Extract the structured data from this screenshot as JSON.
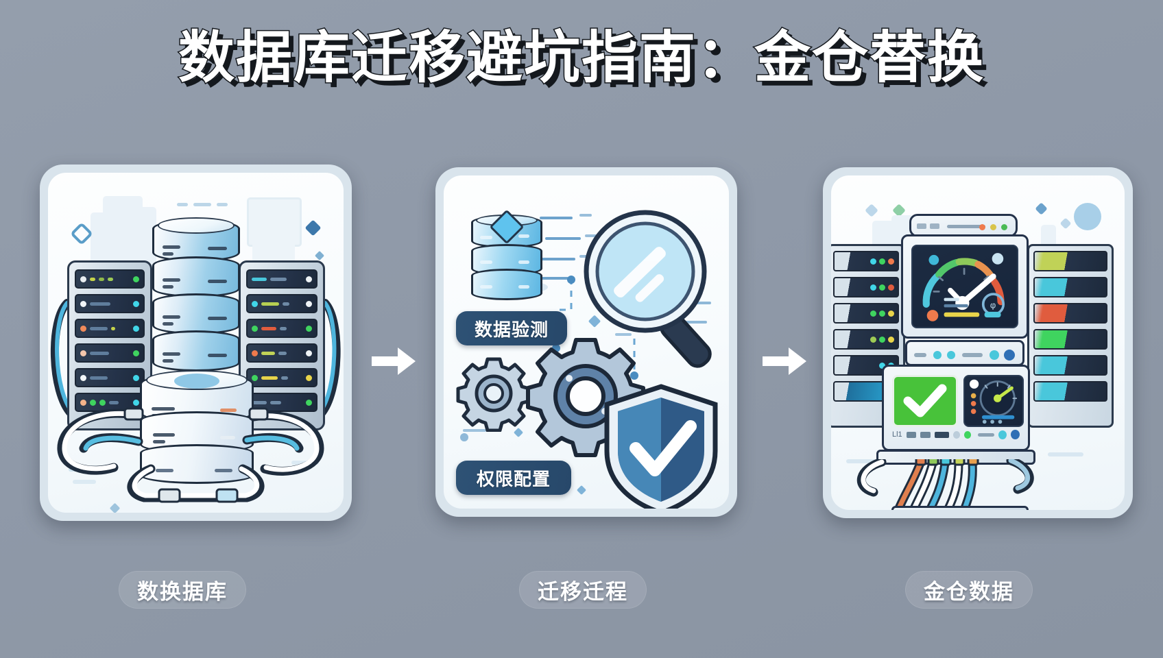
{
  "page": {
    "title": "数据库迁移避坑指南：金仓替换",
    "background_color": "#8e99a8",
    "title_color": "#ffffff",
    "title_shadow_color": "#14181d"
  },
  "panels": [
    {
      "id": "source-database",
      "caption": "数换据库",
      "illustration": "server-racks-and-database-cylinders",
      "badges": []
    },
    {
      "id": "migration-process",
      "caption": "迁移迁程",
      "illustration": "magnifier-gears-shield-database",
      "badges": [
        {
          "id": "data-verify",
          "label": "数据验测"
        },
        {
          "id": "permission-config",
          "label": "权限配置"
        }
      ]
    },
    {
      "id": "kingbase-database",
      "caption": "金仓数据",
      "illustration": "monitoring-dashboard-with-check-and-gauges",
      "badges": []
    }
  ],
  "arrows": [
    {
      "id": "arrow-1",
      "direction": "right",
      "color": "#ffffff"
    },
    {
      "id": "arrow-2",
      "direction": "right",
      "color": "#ffffff"
    }
  ],
  "palette": {
    "card_frame": "#d9e4ec",
    "card_inner": "#fbfdfe",
    "badge_blue": "#2e5275",
    "accent_blue": "#77b9dd",
    "rack_dark": "#26344a",
    "led_green": "#3fd45f",
    "led_cyan": "#41d6e8",
    "led_orange": "#f08a5a",
    "led_yellow": "#e8d44a",
    "check_green": "#48c23a",
    "pill_bg": "#8a95a3"
  }
}
